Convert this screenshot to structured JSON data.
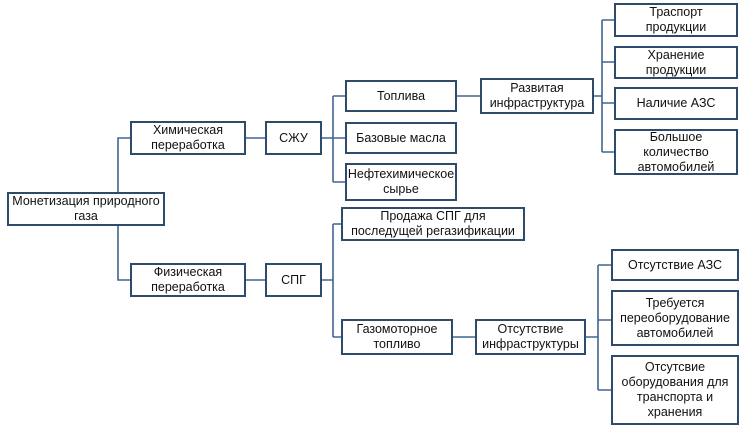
{
  "nodes": {
    "root": "Монетизация природного газа",
    "chem": "Химическая переработка",
    "phys": "Физическая переработка",
    "gtl": "СЖУ",
    "lng": "СПГ",
    "fuels": "Топлива",
    "base_oils": "Базовые масла",
    "petrochem": "Нефтехимическое сырье",
    "lng_sale": "Продажа СПГ для последущей регазификации",
    "gas_motor": "Газомоторное топливо",
    "dev_infra": "Развитая инфраструктура",
    "no_infra": "Отсутствие инфраструктуры",
    "transport": "Траспорт продукции",
    "storage": "Хранение продукции",
    "stations": "Наличие АЗС",
    "many_cars": "Большое количество автомобилей",
    "no_stations": "Отсутствие АЗС",
    "retrofit": "Требуется переоборудование автомобилей",
    "no_equipment": "Отсутсвие оборудования для транспорта и хранения"
  }
}
